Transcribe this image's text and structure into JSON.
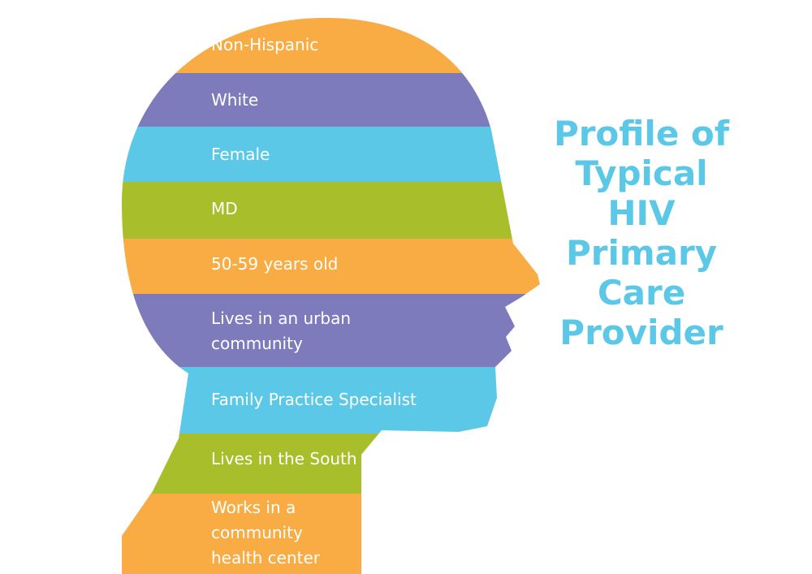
{
  "title": {
    "lines": [
      "Profile of",
      "Typical",
      "HIV",
      "Primary",
      "Care",
      "Provider"
    ]
  },
  "colors": {
    "orange": "#f9ac43",
    "purple": "#7e7bbd",
    "blue": "#5bc8e8",
    "green": "#a8bf2b",
    "title": "#5bc8e8",
    "label_text": "#ffffff"
  },
  "bands": [
    {
      "lines": [
        "Non-Hispanic"
      ],
      "color": "orange"
    },
    {
      "lines": [
        "White"
      ],
      "color": "purple"
    },
    {
      "lines": [
        "Female"
      ],
      "color": "blue"
    },
    {
      "lines": [
        "MD"
      ],
      "color": "green"
    },
    {
      "lines": [
        "50-59 years old"
      ],
      "color": "orange"
    },
    {
      "lines": [
        "Lives in an urban",
        "community"
      ],
      "color": "purple"
    },
    {
      "lines": [
        "Family Practice Specialist"
      ],
      "color": "blue"
    },
    {
      "lines": [
        "Lives in the South"
      ],
      "color": "green"
    },
    {
      "lines": [
        "Works in a",
        "community",
        "health center"
      ],
      "color": "orange"
    }
  ]
}
